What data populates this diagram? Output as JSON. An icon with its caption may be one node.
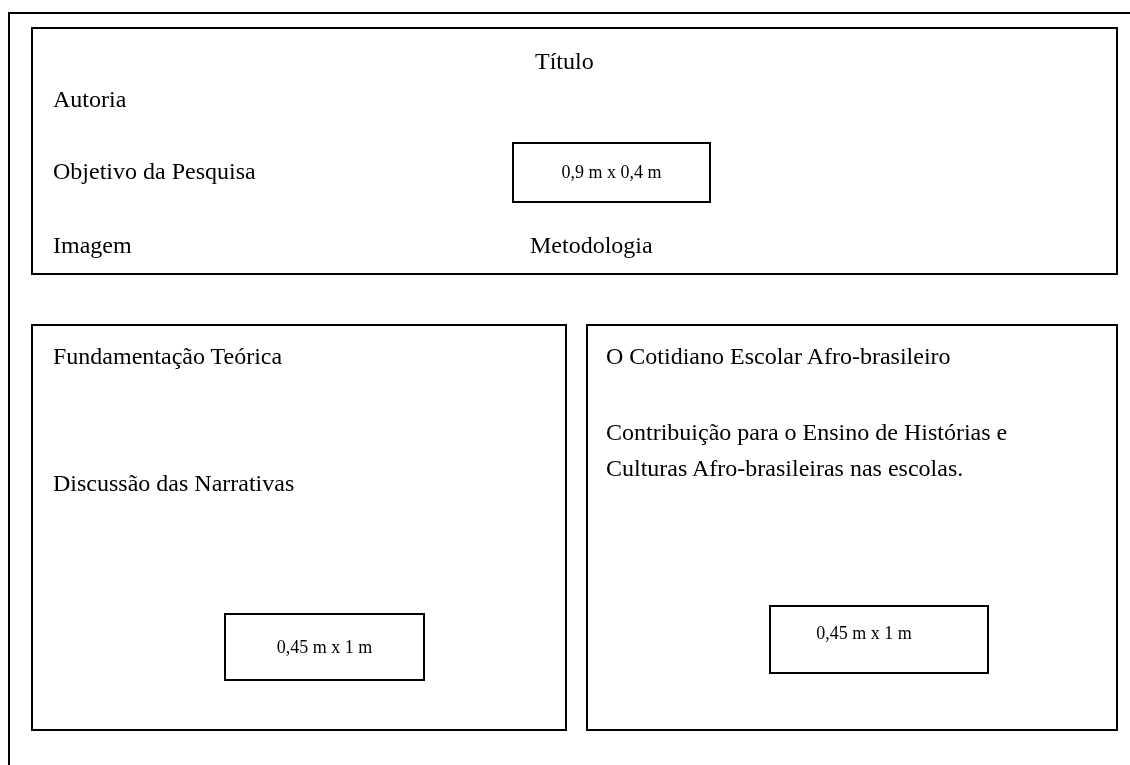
{
  "diagram": {
    "nodes": [
      {
        "text": [],
        "shape": "box"
      },
      {
        "text": [
          "Título",
          "Autoria",
          "Objetivo da Pesquisa",
          "Imagem",
          "Metodologia"
        ],
        "in": 0
      },
      {
        "text": [
          "0,9 m x 0,4 m"
        ],
        "in": 1
      },
      {
        "text": [
          "Fundamentação Teórica",
          "Discussão das Narrativas"
        ],
        "in": 0
      },
      {
        "text": [
          "0,45 m x 1 m"
        ],
        "in": 3
      },
      {
        "text": [
          "O Cotidiano Escolar Afro-brasileiro",
          "Contribuição para o Ensino de Histórias e Culturas Afro-brasileiras nas escolas."
        ],
        "in": 0
      },
      {
        "text": [
          "0,45 m x 1 m"
        ],
        "in": 5
      }
    ]
  }
}
